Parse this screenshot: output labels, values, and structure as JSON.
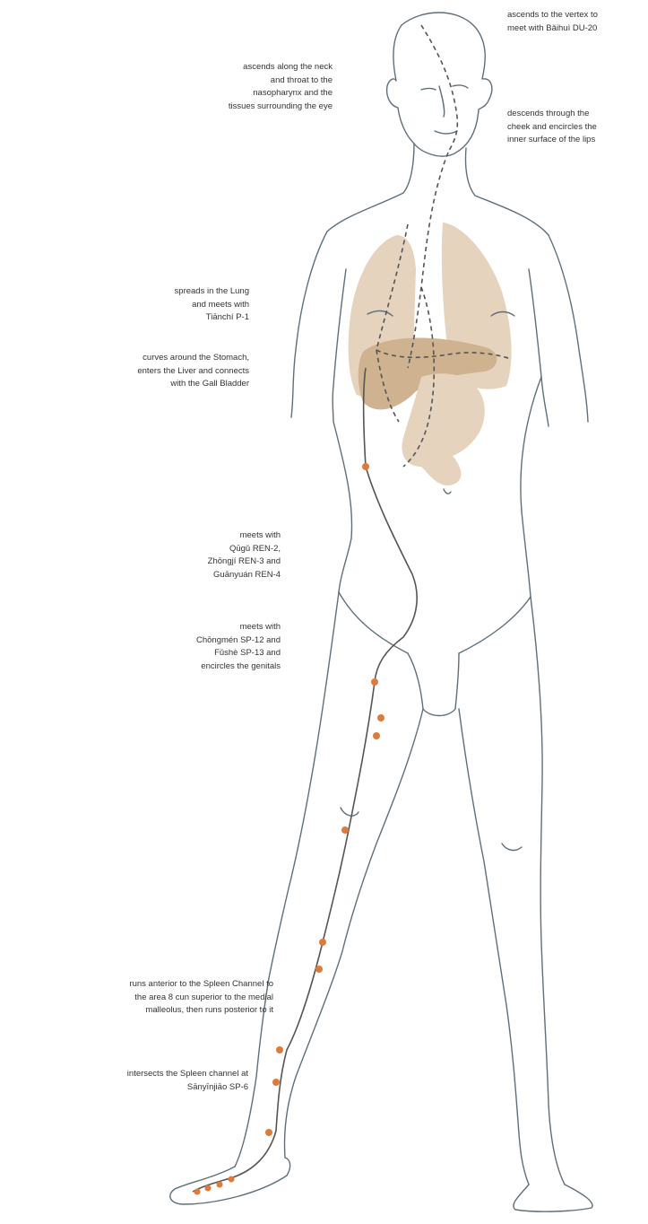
{
  "colors": {
    "outline": "#5f6f7a",
    "organ_fill": "#e5d3bd",
    "organ_dark": "#cfb290",
    "channel_line": "#555555",
    "point": "#e07a3a",
    "text": "#333333"
  },
  "annotations": {
    "vertex": "ascends to the vertex to\nmeet with Bǎihuì DU-20",
    "neck": "ascends along the neck\nand throat to the\nnasopharynx and the\ntissues surrounding the eye",
    "cheek": "descends through the\ncheek and encircles the\ninner surface of the lips",
    "lung": "spreads in the Lung\nand meets with\nTiānchí P-1",
    "stomach": "curves around the Stomach,\nenters the Liver and connects\nwith the Gall Bladder",
    "ren": "meets with\nQūgǔ REN-2,\nZhōngjí REN-3 and\nGuānyuán REN-4",
    "genitals": "meets with\nChōngmén SP-12 and\nFǔshè SP-13 and\nencircles the genitals",
    "spleen_channel": "runs anterior to the Spleen Channel to\nthe area 8 cun superior to the medial\nmalleolus, then runs posterior to it",
    "sp6": "intersects the Spleen channel at\nSānyīnjiāo SP-6"
  }
}
